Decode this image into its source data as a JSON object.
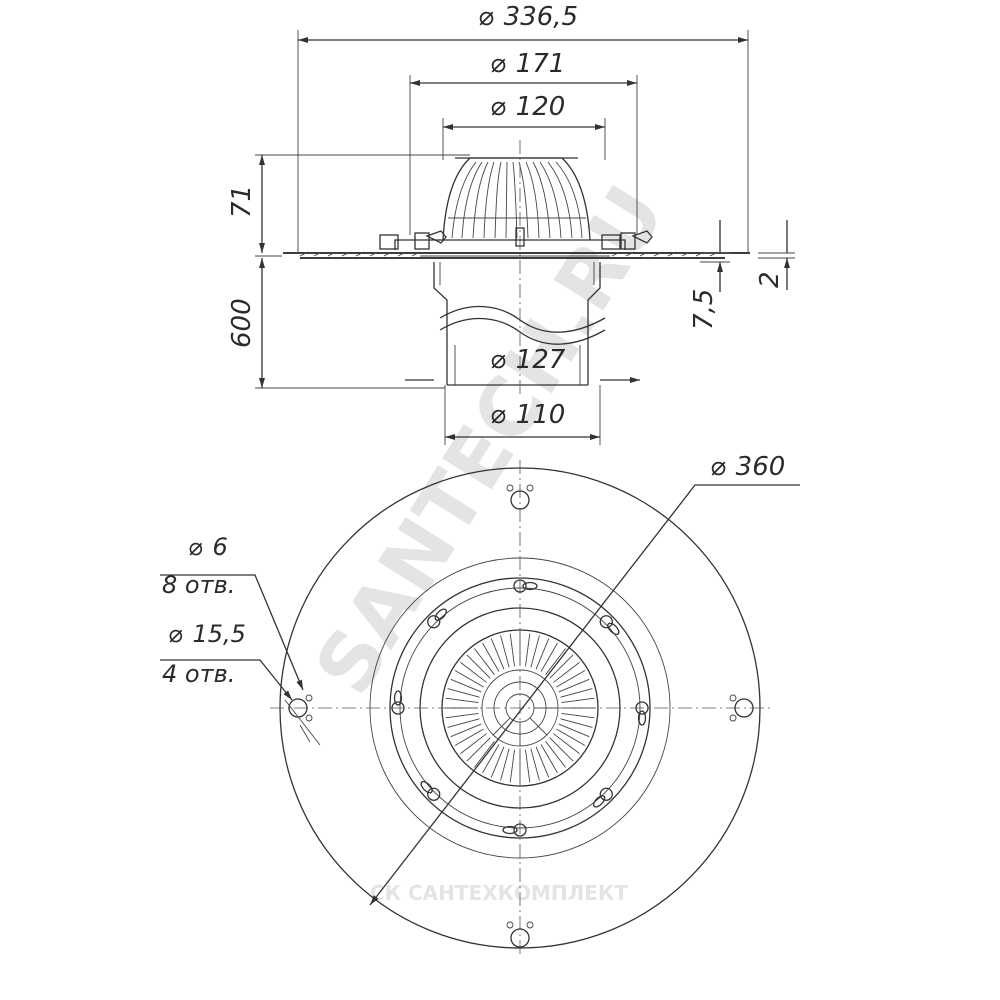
{
  "dimensions": {
    "d_flange": "336,5",
    "d_outer": "171",
    "d_dome": "120",
    "d_pipe_outer": "127",
    "d_pipe_inner": "110",
    "d_base": "360",
    "height_dome": "71",
    "length_pipe": "600",
    "offset": "7,5",
    "thickness": "2"
  },
  "holes": {
    "small_diameter": "6",
    "small_count": "8 отв.",
    "large_diameter": "15,5",
    "large_count": "4 отв."
  },
  "symbols": {
    "diameter": "⌀"
  },
  "watermark": {
    "brand": "SANTECH.RU",
    "company": "СК САНТЕХКОМПЛЕКТ"
  },
  "colors": {
    "line": "#333333",
    "watermark": "#e4e4e4"
  }
}
